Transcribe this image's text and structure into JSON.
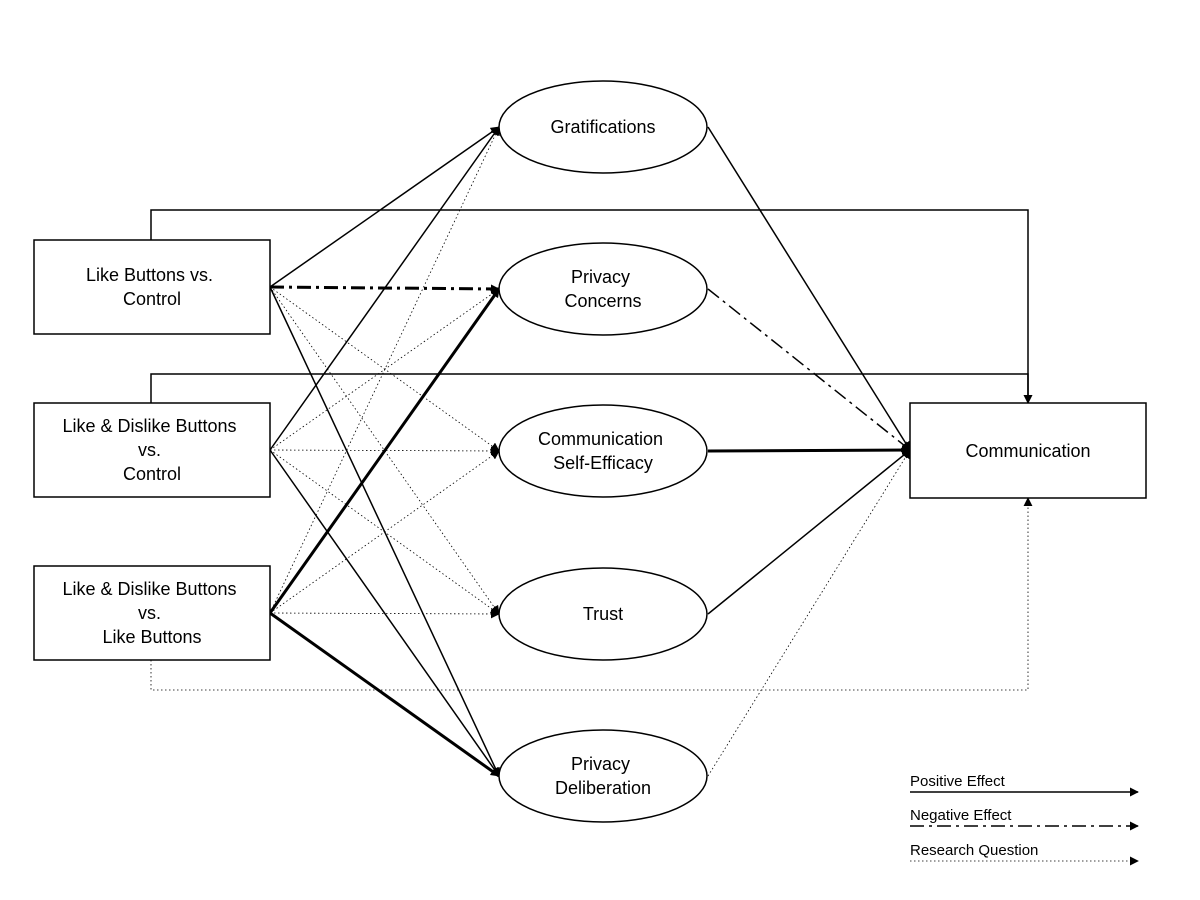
{
  "nodes": {
    "like_vs_control": [
      "Like Buttons vs.",
      "Control"
    ],
    "likedislike_vs_control": [
      "Like & Dislike Buttons",
      "vs.",
      "Control"
    ],
    "likedislike_vs_like": [
      "Like & Dislike Buttons",
      "vs.",
      "Like Buttons"
    ],
    "gratifications": [
      "Gratifications"
    ],
    "privacy_concerns": [
      "Privacy",
      "Concerns"
    ],
    "comm_self_efficacy": [
      "Communication",
      "Self-Efficacy"
    ],
    "trust": [
      "Trust"
    ],
    "privacy_deliberation": [
      "Privacy",
      "Deliberation"
    ],
    "communication": [
      "Communication"
    ]
  },
  "legend": {
    "positive": "Positive Effect",
    "negative": "Negative Effect",
    "research": "Research Question"
  }
}
